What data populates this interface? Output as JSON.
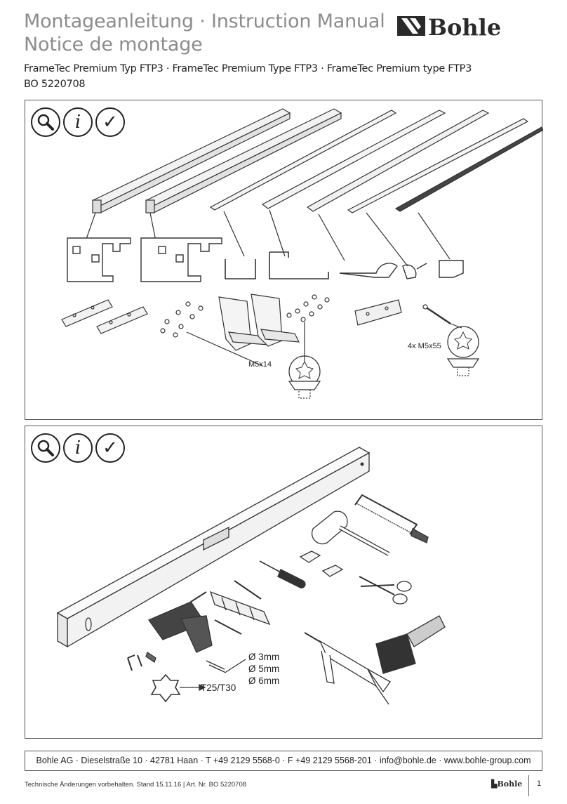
{
  "header": {
    "title_line1": "Montageanleitung · Instruction Manual",
    "title_line2": "Notice de montage",
    "product_line": "FrameTec Premium Typ FTP3 · FrameTec Premium Type FTP3 · FrameTec Premium type FTP3",
    "article_number": "BO 5220708",
    "logo_text": "Bohle"
  },
  "panel1": {
    "icons": [
      "magnifier-icon",
      "info-icon",
      "check-icon"
    ],
    "info_glyph": "i",
    "check_glyph": "✓",
    "screw_label_short": "M5x14",
    "screw_label_long": "4x M5x55"
  },
  "panel2": {
    "icons": [
      "magnifier-icon",
      "info-icon",
      "check-icon"
    ],
    "info_glyph": "i",
    "check_glyph": "✓",
    "drill_sizes": [
      "Ø 3mm",
      "Ø 5mm",
      "Ø 6mm"
    ],
    "torx_label": "T25/T30"
  },
  "contact": {
    "text": "Bohle AG · Dieselstraße 10 · 42781 Haan · T +49 2129 5568-0 · F +49 2129 5568-201 · info@bohle.de · www.bohle-group.com"
  },
  "footer": {
    "disclaimer": "Technische Änderungen vorbehalten. Stand 15.11.16 | Art. Nr. BO 5220708",
    "logo_text": "Bohle",
    "page_number": "1"
  },
  "colors": {
    "title_gray": "#8c8c8c",
    "text": "#222222",
    "line": "#555555"
  }
}
